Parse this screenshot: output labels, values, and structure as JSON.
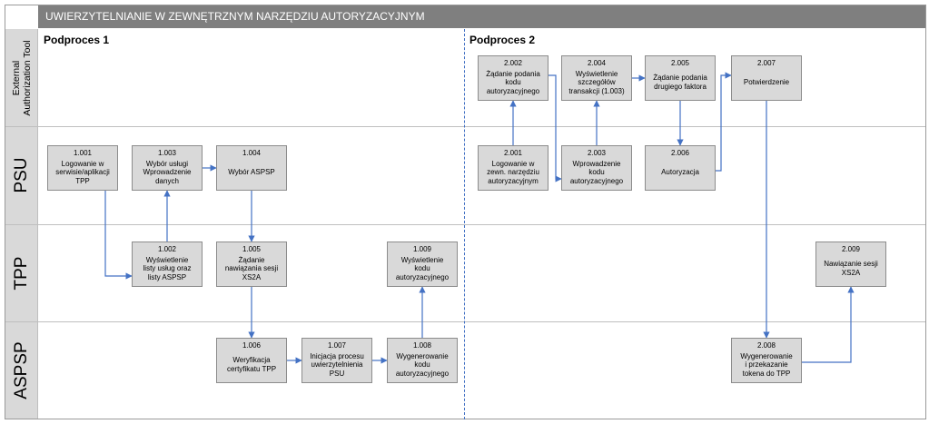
{
  "header": {
    "title": "UWIERZYTELNIANIE W ZEWNĘTRZNYM NARZĘDZIU AUTORYZACYJNYM"
  },
  "lanes": [
    {
      "id": "eat",
      "label": "External\nAuthorization Tool"
    },
    {
      "id": "psu",
      "label": "PSU"
    },
    {
      "id": "tpp",
      "label": "TPP"
    },
    {
      "id": "aspsp",
      "label": "ASPSP"
    }
  ],
  "sections": [
    {
      "id": "p1",
      "title": "Podproces 1"
    },
    {
      "id": "p2",
      "title": "Podproces 2"
    }
  ],
  "colors": {
    "header_bg": "#7f7f7f",
    "box_fill": "#d9d9d9",
    "lane_label_bg": "#d9d9d9",
    "arrow": "#4472c4"
  },
  "steps": [
    {
      "id": "1.001",
      "code": "1.001",
      "label": "Logowanie w\nserwisie/aplikacji\nTPP"
    },
    {
      "id": "1.003",
      "code": "1.003",
      "label": "Wybór usługi\nWprowadzenie\ndanych"
    },
    {
      "id": "1.004",
      "code": "1.004",
      "label": "Wybór ASPSP"
    },
    {
      "id": "1.002",
      "code": "1.002",
      "label": "Wyświetlenie\nlisty usług oraz\nlisty ASPSP"
    },
    {
      "id": "1.005",
      "code": "1.005",
      "label": "Żądanie\nnawiązania sesji\nXS2A"
    },
    {
      "id": "1.009",
      "code": "1.009",
      "label": "Wyświetlenie\nkodu\nautoryzacyjnego"
    },
    {
      "id": "1.006",
      "code": "1.006",
      "label": "Weryfikacja\ncertyfikatu TPP"
    },
    {
      "id": "1.007",
      "code": "1.007",
      "label": "Inicjacja procesu\nuwierzytelnienia\nPSU"
    },
    {
      "id": "1.008",
      "code": "1.008",
      "label": "Wygenerowanie\nkodu\nautoryzacyjnego"
    },
    {
      "id": "2.002",
      "code": "2.002",
      "label": "Żądanie podania\nkodu\nautoryzacyjnego"
    },
    {
      "id": "2.004",
      "code": "2.004",
      "label": "Wyświetlenie\nszczegółów\ntransakcji (1.003)"
    },
    {
      "id": "2.005",
      "code": "2.005",
      "label": "Żądanie podania\ndrugiego faktora"
    },
    {
      "id": "2.007",
      "code": "2.007",
      "label": "Potwierdzenie"
    },
    {
      "id": "2.001",
      "code": "2.001",
      "label": "Logowanie w\nzewn. narzędziu\nautoryzacyjnym"
    },
    {
      "id": "2.003",
      "code": "2.003",
      "label": "Wprowadzenie\nkodu\nautoryzacyjnego"
    },
    {
      "id": "2.006",
      "code": "2.006",
      "label": "Autoryzacja"
    },
    {
      "id": "2.009",
      "code": "2.009",
      "label": "Nawiązanie sesji\nXS2A"
    },
    {
      "id": "2.008",
      "code": "2.008",
      "label": "Wygenerowanie\ni przekazanie\ntokena do TPP"
    }
  ],
  "flows": [
    [
      "1.001",
      "1.002"
    ],
    [
      "1.002",
      "1.003"
    ],
    [
      "1.003",
      "1.004"
    ],
    [
      "1.004",
      "1.005"
    ],
    [
      "1.005",
      "1.006"
    ],
    [
      "1.006",
      "1.007"
    ],
    [
      "1.007",
      "1.008"
    ],
    [
      "1.008",
      "1.009"
    ],
    [
      "2.001",
      "2.002"
    ],
    [
      "2.002",
      "2.003"
    ],
    [
      "2.003",
      "2.004"
    ],
    [
      "2.004",
      "2.005"
    ],
    [
      "2.005",
      "2.006"
    ],
    [
      "2.006",
      "2.007"
    ],
    [
      "2.007",
      "2.008"
    ],
    [
      "2.008",
      "2.009"
    ]
  ]
}
